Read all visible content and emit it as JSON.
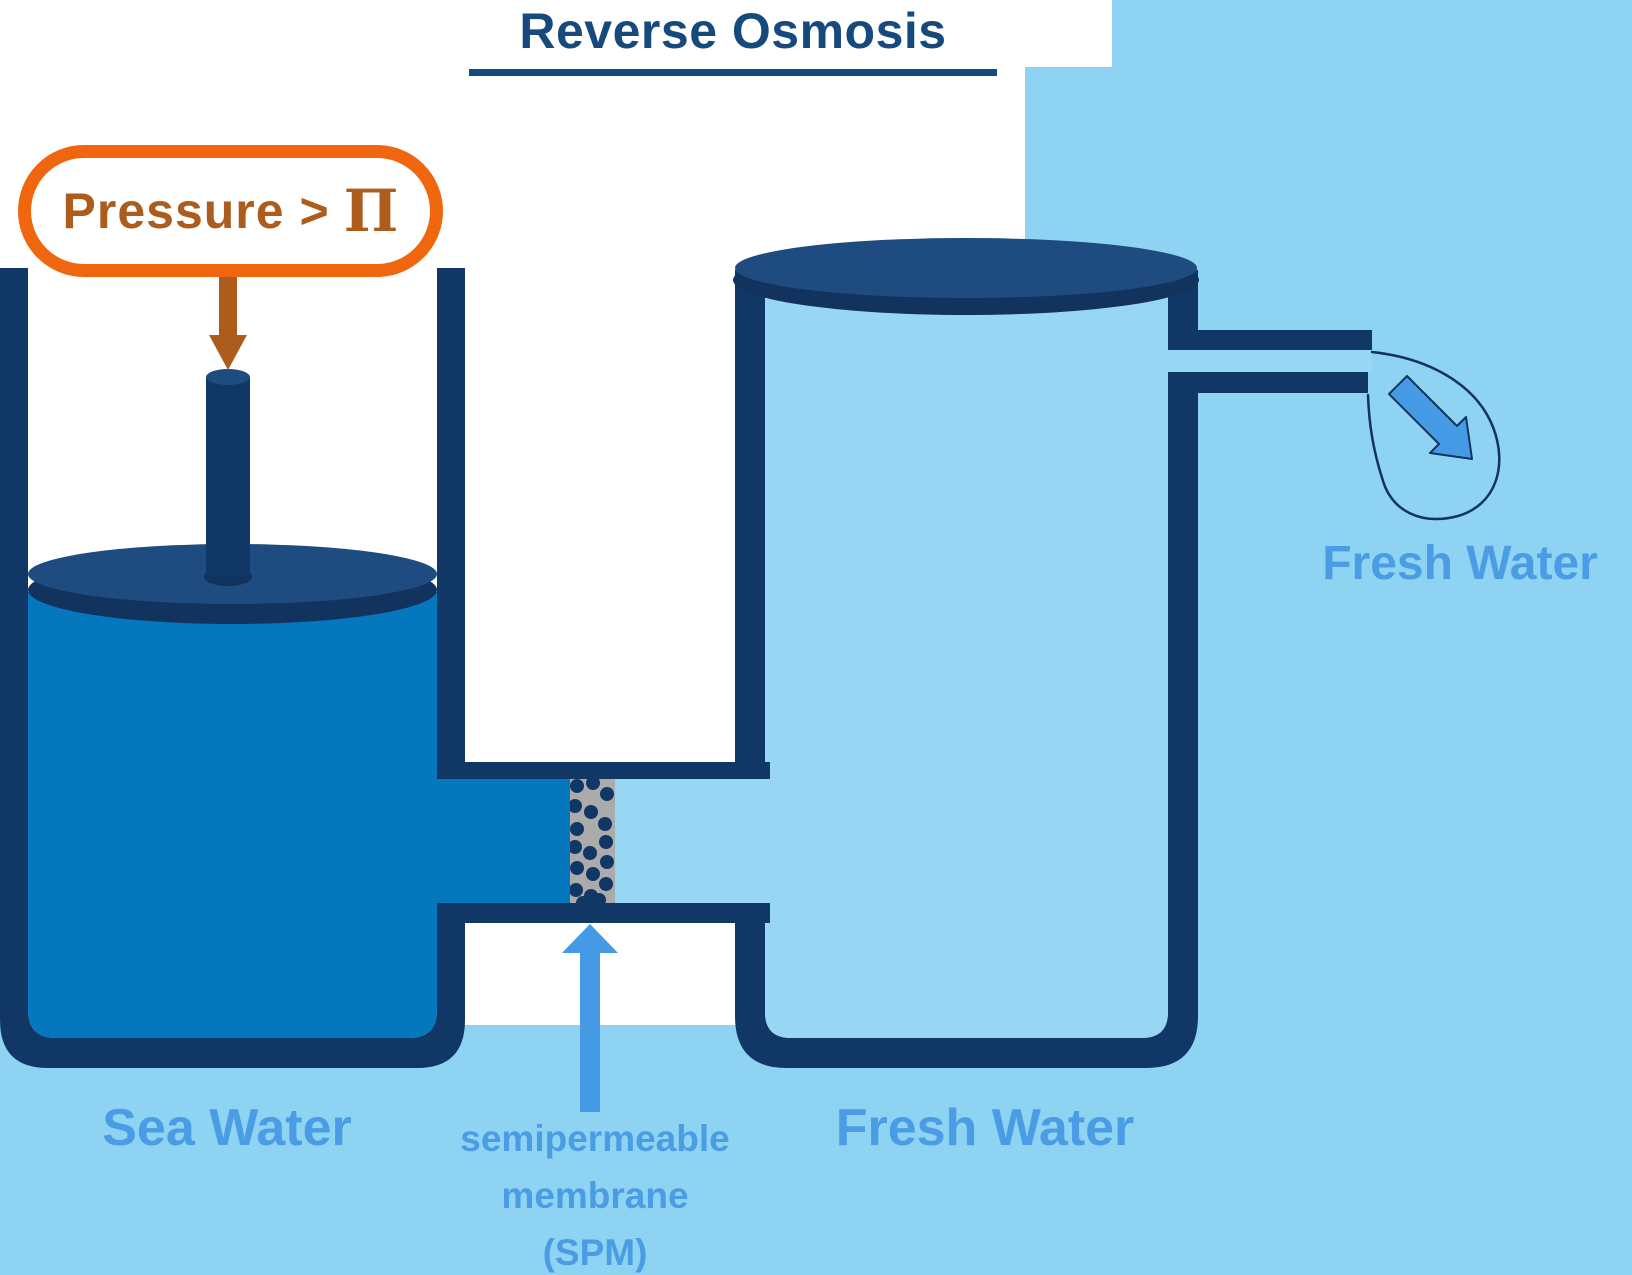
{
  "title": "Reverse Osmosis",
  "pressure_callout": {
    "label": "Pressure >",
    "symbol": "Π"
  },
  "labels": {
    "sea_water": "Sea Water",
    "membrane_line1": "semipermeable",
    "membrane_line2": "membrane",
    "membrane_line3": "(SPM)",
    "fresh_water_tank": "Fresh Water",
    "fresh_water_out": "Fresh Water"
  },
  "colors": {
    "navy": "#113766",
    "navy_rim": "#12335E",
    "navy_light": "#1E4B80",
    "title_blue": "#164A7C",
    "sea_water": "#0477BD",
    "background_blue": "#8FD3F2",
    "tank_fill": "#97D7F4",
    "label_blue": "#4A9DE4",
    "arrow_blue": "#459AE6",
    "orange_border": "#F0660E",
    "orange_text": "#AC5D1E",
    "membrane_gray": "#ABABAB"
  }
}
